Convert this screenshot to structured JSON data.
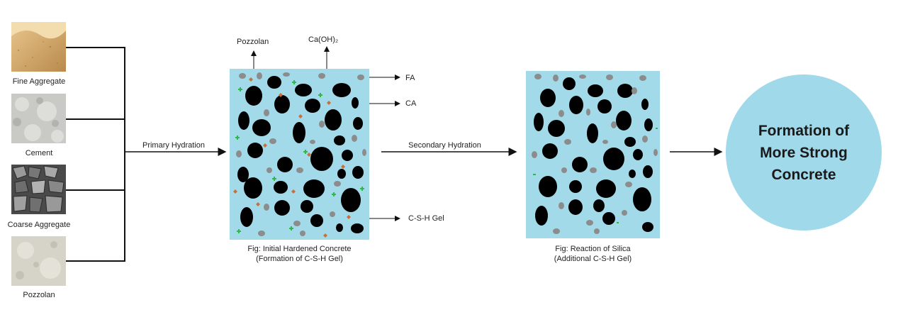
{
  "materials": [
    {
      "label": "Fine Aggregate",
      "image": "sand-texture"
    },
    {
      "label": "Cement",
      "image": "cement-powder-texture"
    },
    {
      "label": "Coarse Aggregate",
      "image": "gravel-texture"
    },
    {
      "label": "Pozzolan",
      "image": "pozzolan-powder-texture"
    }
  ],
  "stages": {
    "primary_label": "Primary Hydration",
    "secondary_label": "Secondary Hydration"
  },
  "panel1": {
    "caption_line1": "Fig: Initial Hardened Concrete",
    "caption_line2": "(Formation of C-S-H Gel)",
    "annotations": {
      "pozzolan": "Pozzolan",
      "caoh2": "Ca(OH)₂",
      "fa": "FA",
      "ca": "CA",
      "csh": "C-S-H Gel"
    }
  },
  "panel2": {
    "caption_line1": "Fig: Reaction of Silica",
    "caption_line2": "(Additional C-S-H Gel)"
  },
  "result": {
    "text": "Formation of More Strong Concrete"
  },
  "colors": {
    "panel_bg": "#a2daea",
    "result_bg": "#a0d9ea",
    "coarse_aggregate": "#000000",
    "fine_aggregate": "#8c8c8c",
    "pozzolan_particles": "#c8703a",
    "caoh2_particles": "#2fb84a"
  }
}
